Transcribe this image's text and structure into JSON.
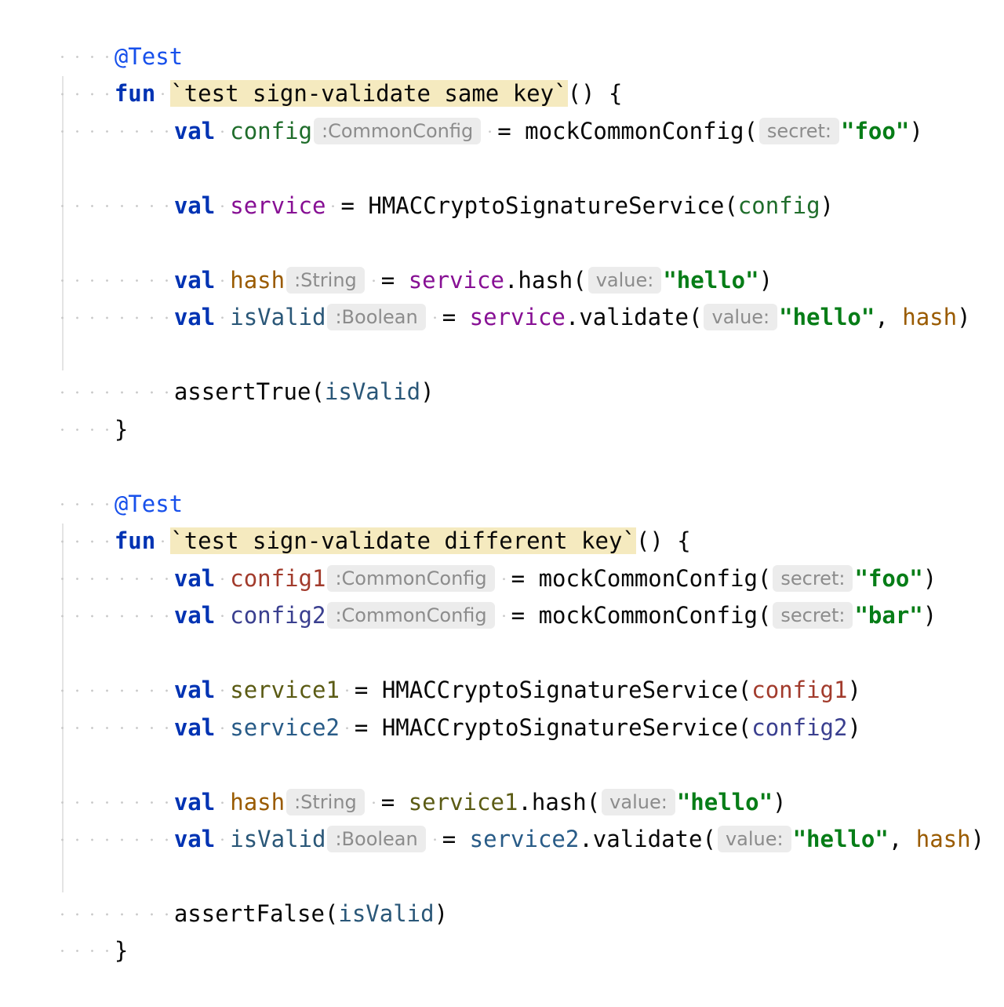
{
  "editor": {
    "tests": [
      {
        "annotation": "@Test",
        "kw_fun": "fun",
        "name": "`test sign-validate same key`",
        "sig_tail": "() {",
        "lines": [
          {
            "kw": "val",
            "var": "config",
            "type_hint": ":CommonConfig",
            "eq": "= ",
            "call": "mockCommonConfig(",
            "param_hint": "secret:",
            "arg": "\"foo\"",
            "close": ")"
          },
          {
            "kw": "val",
            "var": "service",
            "eq": "= ",
            "call": "HMACCryptoSignatureService(",
            "arg_ref": "config",
            "close": ")"
          },
          {
            "kw": "val",
            "var": "hash",
            "type_hint": ":String",
            "eq": "= ",
            "recv": "service",
            "call": ".hash(",
            "param_hint": "value:",
            "arg": "\"hello\"",
            "close": ")"
          },
          {
            "kw": "val",
            "var": "isValid",
            "type_hint": ":Boolean",
            "eq": "= ",
            "recv": "service",
            "call": ".validate(",
            "param_hint": "value:",
            "arg": "\"hello\"",
            "comma": ", ",
            "arg2": "hash",
            "close": ")"
          },
          {
            "call": "assertTrue(",
            "arg_ref": "isValid",
            "close": ")"
          }
        ],
        "close_brace": "}"
      },
      {
        "annotation": "@Test",
        "kw_fun": "fun",
        "name": "`test sign-validate different key`",
        "sig_tail": "() {",
        "lines": [
          {
            "kw": "val",
            "var": "config1",
            "type_hint": ":CommonConfig",
            "eq": "= ",
            "call": "mockCommonConfig(",
            "param_hint": "secret:",
            "arg": "\"foo\"",
            "close": ")"
          },
          {
            "kw": "val",
            "var": "config2",
            "type_hint": ":CommonConfig",
            "eq": "= ",
            "call": "mockCommonConfig(",
            "param_hint": "secret:",
            "arg": "\"bar\"",
            "close": ")"
          },
          {
            "kw": "val",
            "var": "service1",
            "eq": "= ",
            "call": "HMACCryptoSignatureService(",
            "arg_ref": "config1",
            "close": ")"
          },
          {
            "kw": "val",
            "var": "service2",
            "eq": "= ",
            "call": "HMACCryptoSignatureService(",
            "arg_ref": "config2",
            "close": ")"
          },
          {
            "kw": "val",
            "var": "hash",
            "type_hint": ":String",
            "eq": "= ",
            "recv": "service1",
            "call": ".hash(",
            "param_hint": "value:",
            "arg": "\"hello\"",
            "close": ")"
          },
          {
            "kw": "val",
            "var": "isValid",
            "type_hint": ":Boolean",
            "eq": "= ",
            "recv": "service2",
            "call": ".validate(",
            "param_hint": "value:",
            "arg": "\"hello\"",
            "comma": ", ",
            "arg2": "hash",
            "close": ")"
          },
          {
            "call": "assertFalse(",
            "arg_ref": "isValid",
            "close": ")"
          }
        ],
        "close_brace": "}"
      }
    ]
  },
  "colors": {
    "keyword": "#0033b3",
    "string": "#067d17",
    "annotation": "#1750eb",
    "function_name_highlight": "#f5eabf",
    "inlay_hint_bg": "#ececec",
    "inlay_hint_fg": "#8c8c8c"
  }
}
